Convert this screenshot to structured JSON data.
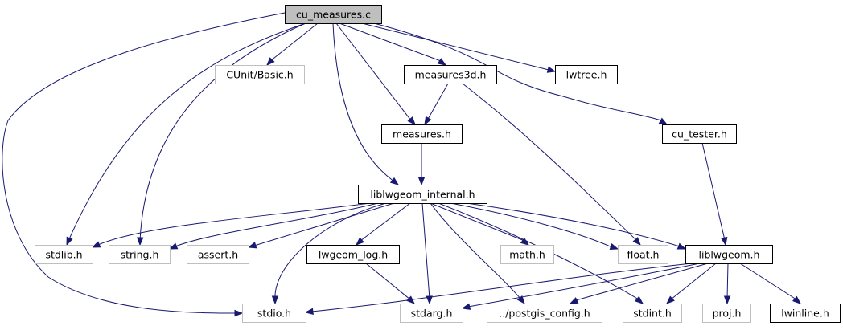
{
  "graph": {
    "title": "cu_measures.c include dependency graph",
    "colors": {
      "edge": "#191970",
      "focus_fill": "#bfbfbf",
      "focus_border": "#000000",
      "documented_border": "#000000",
      "external_border": "#bfbfbf",
      "external_text": "#000000"
    },
    "nodes": [
      {
        "id": "cu_measures_c",
        "label": "cu_measures.c",
        "kind": "focus"
      },
      {
        "id": "cunit_basic_h",
        "label": "CUnit/Basic.h",
        "kind": "external"
      },
      {
        "id": "measures3d_h",
        "label": "measures3d.h",
        "kind": "documented"
      },
      {
        "id": "lwtree_h",
        "label": "lwtree.h",
        "kind": "documented"
      },
      {
        "id": "measures_h",
        "label": "measures.h",
        "kind": "documented"
      },
      {
        "id": "cu_tester_h",
        "label": "cu_tester.h",
        "kind": "documented"
      },
      {
        "id": "liblwgeom_internal_h",
        "label": "liblwgeom_internal.h",
        "kind": "documented"
      },
      {
        "id": "stdlib_h",
        "label": "stdlib.h",
        "kind": "external"
      },
      {
        "id": "string_h",
        "label": "string.h",
        "kind": "external"
      },
      {
        "id": "assert_h",
        "label": "assert.h",
        "kind": "external"
      },
      {
        "id": "lwgeom_log_h",
        "label": "lwgeom_log.h",
        "kind": "documented"
      },
      {
        "id": "math_h",
        "label": "math.h",
        "kind": "external"
      },
      {
        "id": "float_h",
        "label": "float.h",
        "kind": "external"
      },
      {
        "id": "liblwgeom_h",
        "label": "liblwgeom.h",
        "kind": "documented"
      },
      {
        "id": "stdio_h",
        "label": "stdio.h",
        "kind": "external"
      },
      {
        "id": "stdarg_h",
        "label": "stdarg.h",
        "kind": "external"
      },
      {
        "id": "postgis_config_h",
        "label": "../postgis_config.h",
        "kind": "external"
      },
      {
        "id": "stdint_h",
        "label": "stdint.h",
        "kind": "external"
      },
      {
        "id": "proj_h",
        "label": "proj.h",
        "kind": "external"
      },
      {
        "id": "lwinline_h",
        "label": "lwinline.h",
        "kind": "documented"
      }
    ],
    "edges": [
      {
        "from": "cu_measures_c",
        "to": "cunit_basic_h"
      },
      {
        "from": "cu_measures_c",
        "to": "measures3d_h"
      },
      {
        "from": "cu_measures_c",
        "to": "lwtree_h"
      },
      {
        "from": "cu_measures_c",
        "to": "measures_h"
      },
      {
        "from": "cu_measures_c",
        "to": "cu_tester_h"
      },
      {
        "from": "cu_measures_c",
        "to": "liblwgeom_internal_h"
      },
      {
        "from": "cu_measures_c",
        "to": "stdlib_h"
      },
      {
        "from": "cu_measures_c",
        "to": "string_h"
      },
      {
        "from": "cu_measures_c",
        "to": "stdio_h"
      },
      {
        "from": "measures3d_h",
        "to": "measures_h"
      },
      {
        "from": "measures3d_h",
        "to": "float_h"
      },
      {
        "from": "measures_h",
        "to": "liblwgeom_internal_h"
      },
      {
        "from": "cu_tester_h",
        "to": "liblwgeom_h"
      },
      {
        "from": "liblwgeom_internal_h",
        "to": "stdlib_h"
      },
      {
        "from": "liblwgeom_internal_h",
        "to": "string_h"
      },
      {
        "from": "liblwgeom_internal_h",
        "to": "assert_h"
      },
      {
        "from": "liblwgeom_internal_h",
        "to": "lwgeom_log_h"
      },
      {
        "from": "liblwgeom_internal_h",
        "to": "math_h"
      },
      {
        "from": "liblwgeom_internal_h",
        "to": "float_h"
      },
      {
        "from": "liblwgeom_internal_h",
        "to": "liblwgeom_h"
      },
      {
        "from": "liblwgeom_internal_h",
        "to": "stdio_h"
      },
      {
        "from": "liblwgeom_internal_h",
        "to": "stdarg_h"
      },
      {
        "from": "liblwgeom_internal_h",
        "to": "postgis_config_h"
      },
      {
        "from": "liblwgeom_internal_h",
        "to": "stdint_h"
      },
      {
        "from": "lwgeom_log_h",
        "to": "stdarg_h"
      },
      {
        "from": "liblwgeom_h",
        "to": "stdio_h"
      },
      {
        "from": "liblwgeom_h",
        "to": "stdarg_h"
      },
      {
        "from": "liblwgeom_h",
        "to": "postgis_config_h"
      },
      {
        "from": "liblwgeom_h",
        "to": "stdint_h"
      },
      {
        "from": "liblwgeom_h",
        "to": "proj_h"
      },
      {
        "from": "liblwgeom_h",
        "to": "lwinline_h"
      }
    ]
  }
}
